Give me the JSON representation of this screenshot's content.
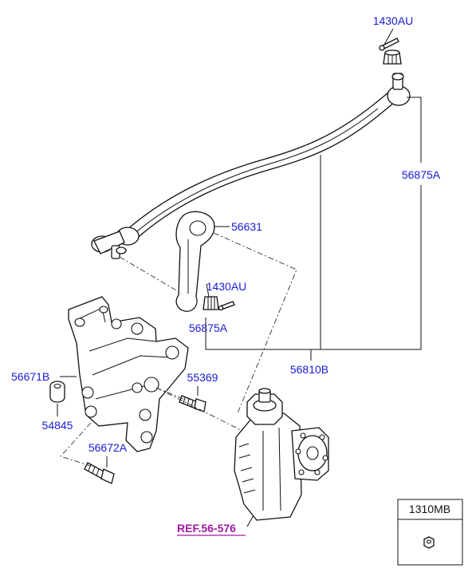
{
  "labels": {
    "cotter_pin_top": "1430AU",
    "tie_rod_end_right": "56875A",
    "pitman_arm": "56631",
    "cotter_pin_mid": "1430AU",
    "tie_rod_end_left": "56875A",
    "drag_link_assembly": "56810B",
    "bracket": "56671B",
    "bushing": "54845",
    "bolt_upper": "55369",
    "bolt_lower": "56672A",
    "gear_box_reference": "REF.56-576",
    "inset_nut": "1310MB"
  }
}
